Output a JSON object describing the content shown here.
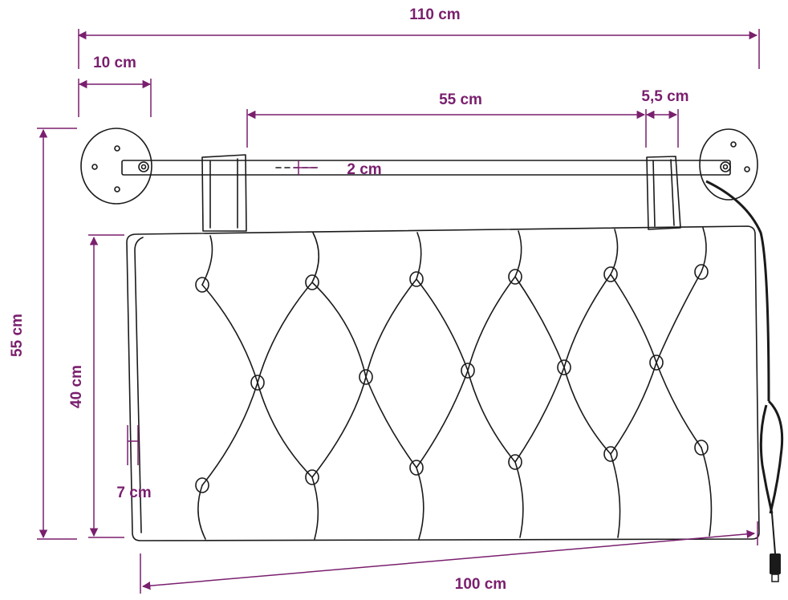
{
  "colors": {
    "dimension": "#7a1f6e",
    "line_art": "#1a1a1a",
    "background": "#ffffff"
  },
  "dimensions": {
    "total_width": "110 cm",
    "bracket_offset": "10 cm",
    "strap_spacing": "55 cm",
    "strap_width": "5,5 cm",
    "rod_diameter": "2 cm",
    "total_height": "55 cm",
    "cushion_height": "40 cm",
    "cushion_depth": "7 cm",
    "cushion_width": "100 cm"
  }
}
